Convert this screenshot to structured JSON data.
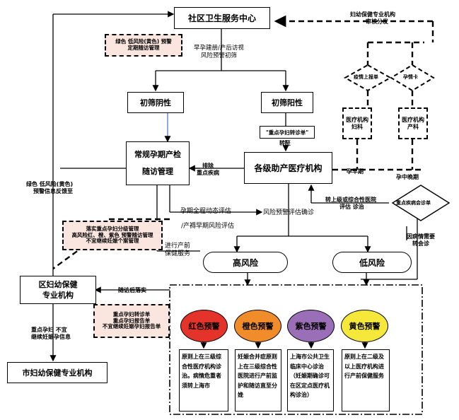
{
  "nodes": {
    "center": "社区卫生服务中心",
    "green_note": [
      "绿色  低风险(黄色) 预警",
      "定期随访管理"
    ],
    "early_label": [
      "早孕建册/产后访视",
      "风险预警初筛"
    ],
    "neg": "初筛阴性",
    "pos": "初筛阳性",
    "routine": [
      "常规孕期产检",
      "随访管理"
    ],
    "key_referral": [
      "\"重点孕妇转诊单\"",
      "转至"
    ],
    "exclude_label": [
      "排除",
      "重点疾病"
    ],
    "inst": "各级助产医疗机构",
    "green_feedback": [
      "绿色  低风险(黄色)",
      "预警信息反馈至"
    ],
    "dynamic_eval": "孕期全程动态评估",
    "risk_confirm": "风险预警评估确诊",
    "postpartum_eval": "/产褥早期风险评估",
    "prenatal_service": [
      "进行产前",
      "保健服务"
    ],
    "implement_note": [
      "落实重点孕妇分级管理",
      "高风险红、橙、紫色 预警随访管理",
      "不宜继续妊娠个案管理"
    ],
    "district": [
      "区妇幼保健",
      "专业机构"
    ],
    "followup_label": "随访后落实",
    "report_note": [
      "重点孕妇转诊单",
      "重点孕妇报告单",
      "不宜继续妊娠孕妇报告单"
    ],
    "key_unfit": [
      "重点孕妇  不宜",
      "继续妊娠孕信息"
    ],
    "city": "市妇幼保健专业机构",
    "high": "高风险",
    "low": "低风险",
    "refer_upper": [
      "转上级或综合性医院",
      "评估  诊治"
    ],
    "key_consult": "重点疾病会诊单",
    "consult_reason": [
      "因病情需要",
      "转会诊"
    ],
    "early_preg": "孕早期",
    "mid_late": "孕中晚期",
    "med_gyn": [
      "医疗机构",
      "妇科"
    ],
    "med_obs": [
      "医疗机构",
      "产科"
    ],
    "report_upper": "疫情上报单",
    "preg_card": "孕情卡",
    "maternal_care": [
      "妇幼保健专业机构",
      "审核分发"
    ]
  },
  "warnings": [
    {
      "label": "红色预警",
      "color": "#e4332a",
      "text": "原则上在三级综合性医疗机构诊治。病情危重者须转上海市"
    },
    {
      "label": "橙色预警",
      "color": "#f08c2a",
      "text": "妊娠合并症原则上在三级综合性医院进行产前监护和随访直至分娩"
    },
    {
      "label": "紫色预警",
      "color": "#9a6fb8",
      "text": "上海市公共卫生临床中心诊治（妊娠期确诊可在区定点医疗机构诊治）"
    },
    {
      "label": "黄色预警",
      "color": "#f6e83a",
      "text": "原则上在二级及以上医疗机构进行产前保健服务"
    }
  ]
}
